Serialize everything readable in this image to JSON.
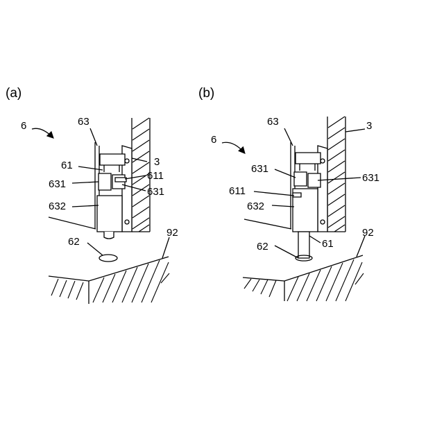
{
  "panels": [
    {
      "id": "a",
      "panel_label": "(a)",
      "labels": {
        "assembly": "6",
        "guide": "63",
        "wall": "3",
        "pin": "61",
        "pin_tab": "611",
        "rail_left": "631",
        "rail_right": "631",
        "block": "632",
        "hole": "62",
        "floor": "92"
      }
    },
    {
      "id": "b",
      "panel_label": "(b)",
      "labels": {
        "assembly": "6",
        "guide": "63",
        "wall": "3",
        "rail_left": "631",
        "rail_right": "631",
        "pin_tab": "611",
        "block": "632",
        "hole": "62",
        "pin": "61",
        "floor": "92"
      }
    }
  ]
}
